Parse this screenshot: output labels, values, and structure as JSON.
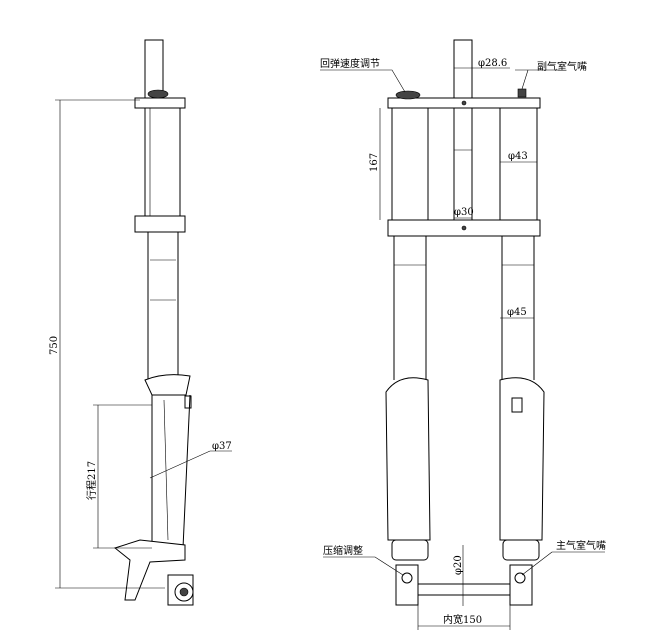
{
  "labels": {
    "rebound_adjust": "回弹速度调节",
    "steerer_dia": "φ28.6",
    "aux_air_valve": "副气室气嘴",
    "crown_spacing": "167",
    "upper_tube_dia": "φ43",
    "steerer_lower_dia": "φ30",
    "stanchion_dia": "φ45",
    "compression_adjust": "压缩调整",
    "axle_dia": "φ20",
    "main_air_valve": "主气室气嘴",
    "inner_width": "内宽150",
    "overall_length": "750",
    "travel": "行程217",
    "side_dia": "φ37"
  }
}
